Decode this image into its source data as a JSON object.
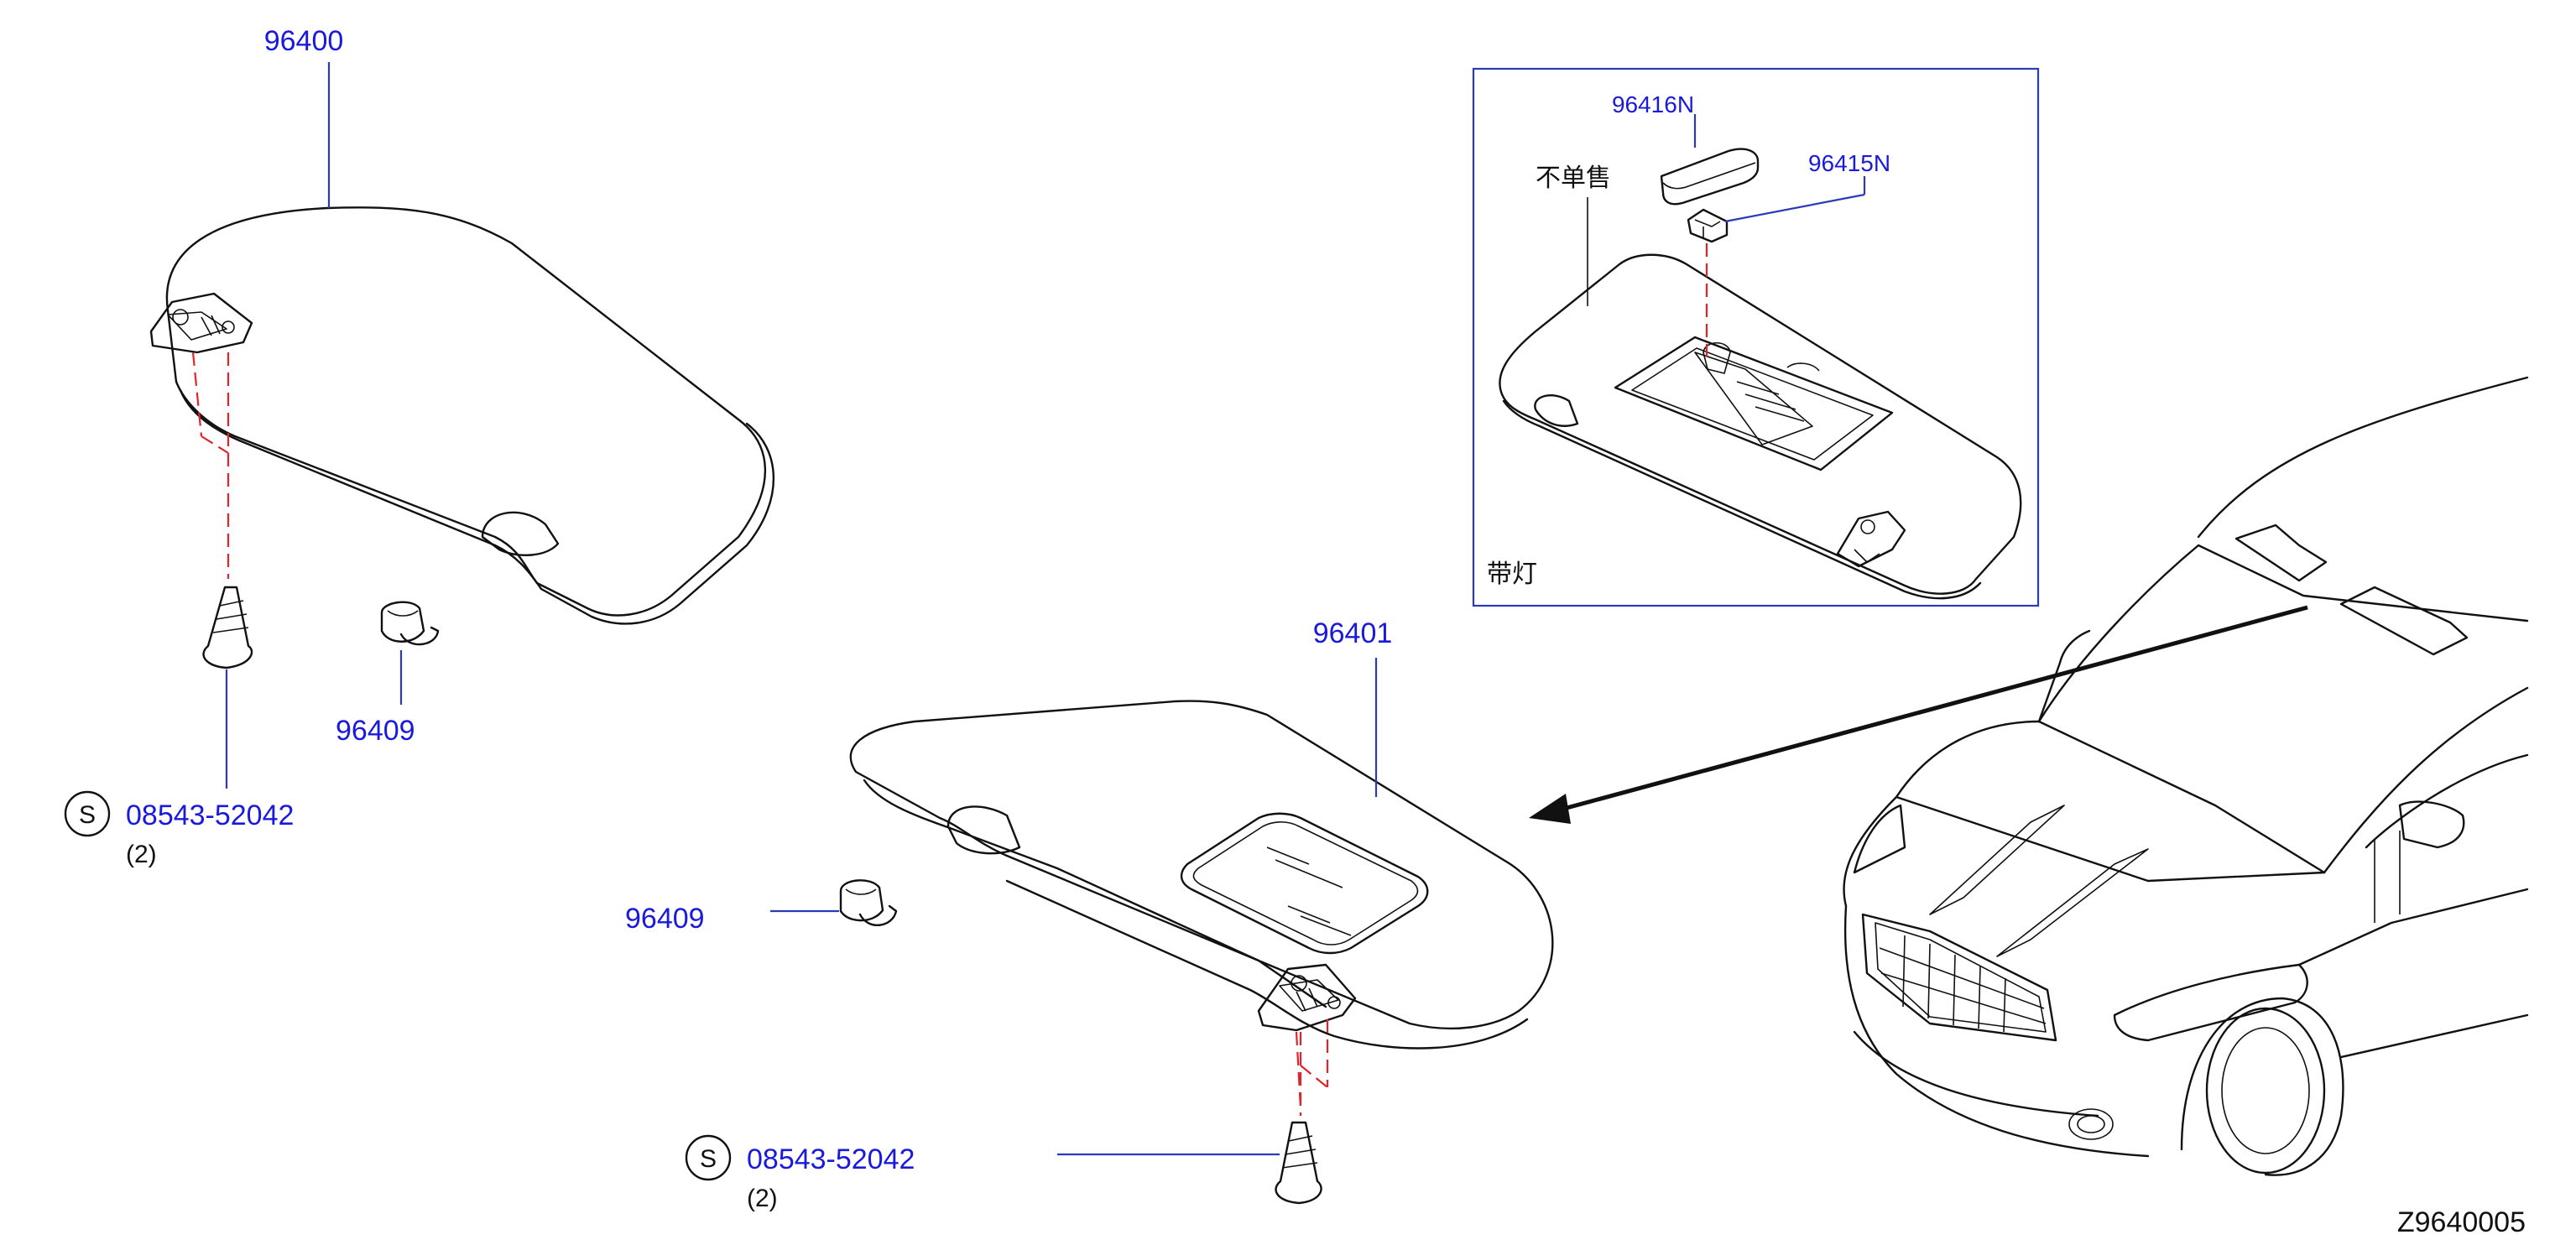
{
  "labels": {
    "visor_left": "96400",
    "visor_right": "96401",
    "clip_left": "96409",
    "clip_right": "96409",
    "screw_left": "08543-52042",
    "screw_left_qty": "(2)",
    "screw_right": "08543-52042",
    "screw_right_qty": "(2)",
    "screw_symbol": "S",
    "lamp_lens": "96416N",
    "lamp_bulb": "96415N",
    "not_sold_separately": "不单售",
    "with_lamp": "带灯",
    "diagram_code": "Z9640005"
  },
  "icons": {
    "screw": "tapping-screw-icon",
    "clip": "visor-clip-icon",
    "vehicle": "suv-front-view-icon"
  },
  "colors": {
    "part_number": "#1a1adc",
    "leader_line": "#2a3ab8",
    "centerline": "#e0242a",
    "outline": "#111111"
  }
}
